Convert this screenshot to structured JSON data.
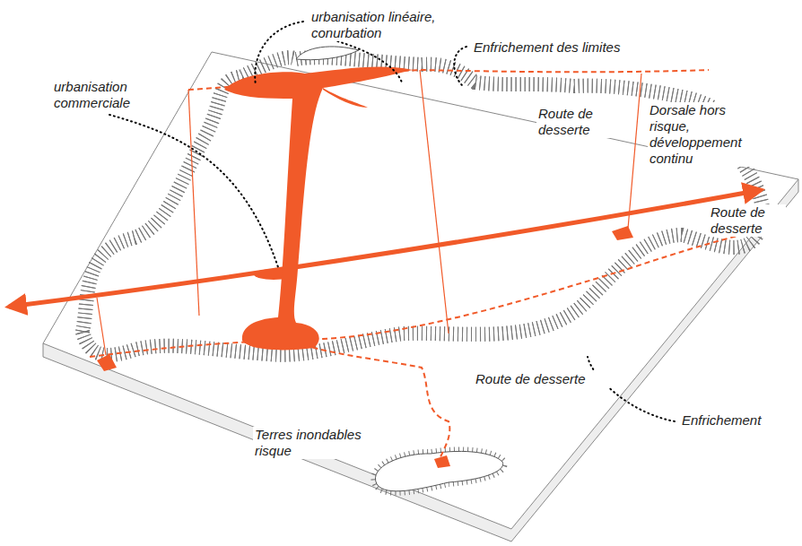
{
  "diagram": {
    "labels": [
      "urbanisation linéaire, conurbation",
      "Enfrichement des limites",
      "urbanisation commerciale",
      "Route de desserte",
      "Dorsale hors risque, développement continu",
      "Route de desserte",
      "Route de desserte",
      "Terres inondables risque",
      "Enfrichement"
    ]
  }
}
